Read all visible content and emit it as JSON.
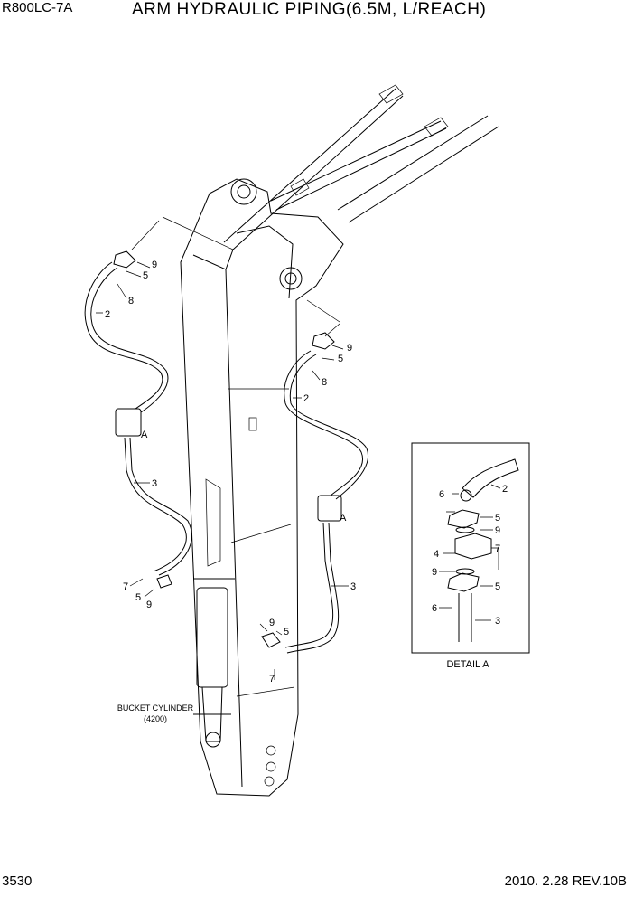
{
  "header": {
    "model": "R800LC-7A",
    "title": "ARM HYDRAULIC PIPING(6.5M, L/REACH)"
  },
  "footer": {
    "page": "3530",
    "date_rev": "2010. 2.28  REV.10B"
  },
  "callouts": {
    "left": [
      "9",
      "5",
      "8",
      "2",
      "A",
      "3",
      "7",
      "5",
      "9"
    ],
    "right": [
      "9",
      "5",
      "8",
      "2",
      "A",
      "3",
      "9",
      "5",
      "7"
    ]
  },
  "cylinder_label": {
    "line1": "BUCKET CYLINDER",
    "line2": "(4200)"
  },
  "detail": {
    "title": "DETAIL  A",
    "callouts": [
      "6",
      "2",
      "5",
      "9",
      "4",
      "7",
      "9",
      "5",
      "6",
      "3"
    ]
  }
}
